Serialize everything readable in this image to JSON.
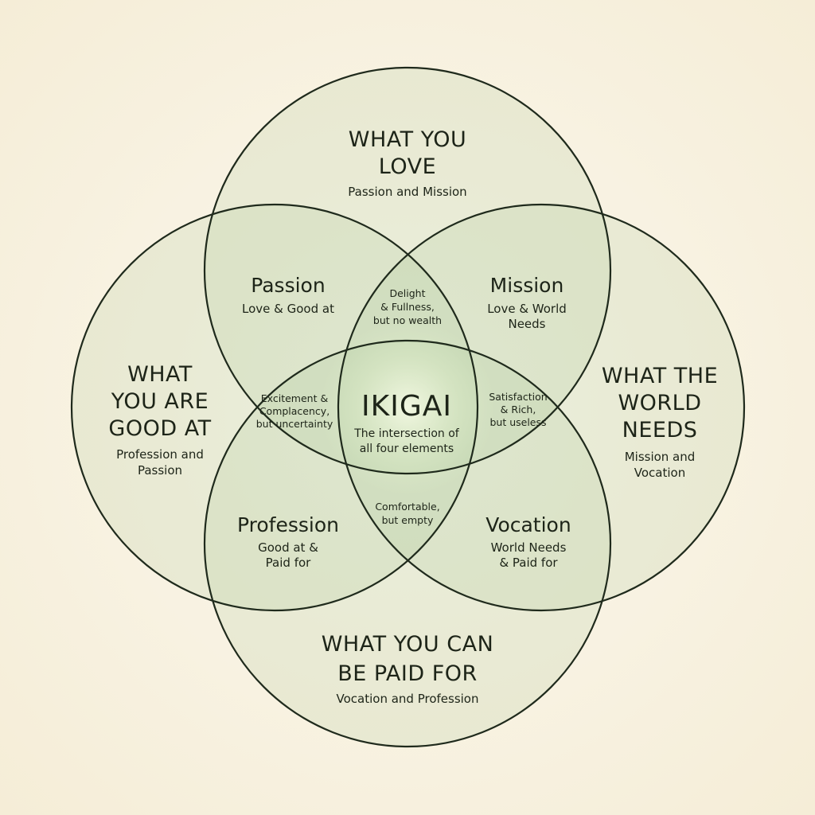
{
  "colors": {
    "background": "#f8f2e2",
    "overlap": "#8fb87a",
    "stroke": "#1f2a1c"
  },
  "circles": {
    "love": {
      "title_lines": [
        "WHAT YOU",
        "LOVE"
      ],
      "subtitle_lines": [
        "Passion and Mission"
      ]
    },
    "good_at": {
      "title_lines": [
        "WHAT",
        "YOU ARE",
        "GOOD AT"
      ],
      "subtitle_lines": [
        "Profession and",
        "Passion"
      ]
    },
    "world_needs": {
      "title_lines": [
        "WHAT THE",
        "WORLD",
        "NEEDS"
      ],
      "subtitle_lines": [
        "Mission and",
        "Vocation"
      ]
    },
    "paid_for": {
      "title_lines": [
        "WHAT YOU CAN",
        "BE PAID FOR"
      ],
      "subtitle_lines": [
        "Vocation and Profession"
      ]
    }
  },
  "overlaps": {
    "passion": {
      "title": "Passion",
      "lines": [
        "Love & Good at"
      ]
    },
    "mission": {
      "title": "Mission",
      "lines": [
        "Love & World",
        "Needs"
      ]
    },
    "profession": {
      "title": "Profession",
      "lines": [
        "Good at &",
        "Paid for"
      ]
    },
    "vocation": {
      "title": "Vocation",
      "lines": [
        "World Needs",
        "& Paid for"
      ]
    },
    "top": {
      "lines": [
        "Delight",
        "& Fullness,",
        "but no wealth"
      ]
    },
    "left": {
      "lines": [
        "Excitement &",
        "Complacency,",
        "but uncertainty"
      ]
    },
    "right": {
      "lines": [
        "Satisfaction",
        "& Rich,",
        "but useless"
      ]
    },
    "bottom": {
      "lines": [
        "Comfortable,",
        "but empty"
      ]
    }
  },
  "center": {
    "title": "IKIGAI",
    "lines": [
      "The intersection of",
      "all four elements"
    ]
  }
}
